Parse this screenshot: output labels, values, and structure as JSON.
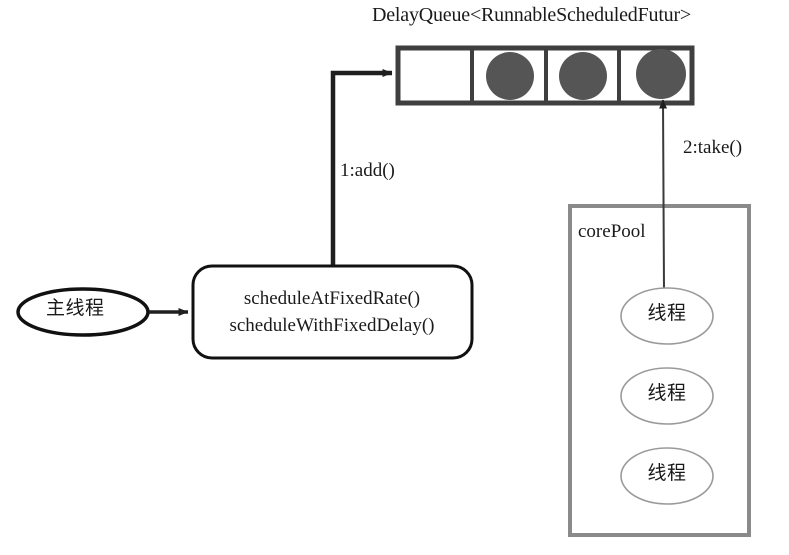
{
  "diagram": {
    "title": "DelayQueue<RunnableScheduledFutur>",
    "background_color": "#ffffff",
    "stroke_color": "#3a3a3a",
    "task_fill_color": "#555555",
    "pool_border_color": "#808080",
    "ellipse_border_color": "#9a9a9a"
  },
  "queue": {
    "title": "DelayQueue<RunnableScheduledFutur>",
    "cells": [
      {
        "index": 0,
        "filled": false
      },
      {
        "index": 1,
        "filled": true
      },
      {
        "index": 2,
        "filled": true
      },
      {
        "index": 3,
        "filled": true
      }
    ]
  },
  "edges": {
    "add": {
      "label": "1:add()"
    },
    "take": {
      "label": "2:take()"
    },
    "submit": {
      "label": ""
    }
  },
  "main_thread": {
    "label": "主线程"
  },
  "scheduler_box": {
    "lines": [
      "scheduleAtFixedRate()",
      "scheduleWithFixedDelay()"
    ]
  },
  "core_pool": {
    "label": "corePool",
    "workers": [
      {
        "label": "线程"
      },
      {
        "label": "线程"
      },
      {
        "label": "线程"
      }
    ]
  }
}
